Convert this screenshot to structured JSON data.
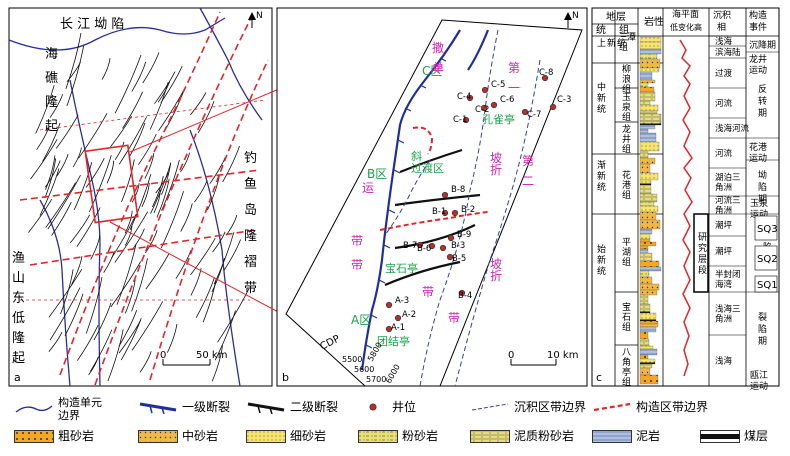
{
  "panel_a": {
    "label": "a",
    "north": "N",
    "scale": {
      "zero": "0",
      "dist": "50 km"
    },
    "places": [
      {
        "id": "changjiang",
        "text": "长  江  坳  陷"
      },
      {
        "id": "haijiao",
        "text": "海\n\n礁\n\n隆\n\n起"
      },
      {
        "id": "diaoyudao",
        "text": "钓\n鱼\n岛\n隆\n褶\n带"
      },
      {
        "id": "yushan",
        "text": "渔\n山\n东\n低\n隆\n起"
      }
    ]
  },
  "panel_b": {
    "label": "b",
    "north": "N",
    "scale": {
      "zero": "0",
      "dist": "10 km"
    },
    "cdp": {
      "label": "CDP",
      "ticks": [
        "5500",
        "5600",
        "5700",
        "5800",
        "6000"
      ]
    },
    "zones": [
      {
        "id": "zone-c",
        "text": "C区"
      },
      {
        "id": "zone-b",
        "text": "B区"
      },
      {
        "id": "zone-a",
        "text": "A区"
      },
      {
        "id": "kongqueting",
        "text": "孔雀亭"
      },
      {
        "id": "xiedu",
        "text": "斜\n过渡区"
      },
      {
        "id": "baoshiting",
        "text": "宝石亭"
      },
      {
        "id": "tuanjieting",
        "text": "团结亭"
      }
    ],
    "belt_words": [
      {
        "id": "c1",
        "text": "撒\n\n单"
      },
      {
        "id": "c2",
        "text": "第\n\n一"
      },
      {
        "id": "c3",
        "text": "第\n\n二"
      },
      {
        "id": "c4",
        "text": "坡\n折"
      },
      {
        "id": "c5",
        "text": "坡\n折"
      },
      {
        "id": "c6",
        "text": "运"
      },
      {
        "id": "c7",
        "text": "带\n\n带"
      },
      {
        "id": "c8",
        "text": "带"
      },
      {
        "id": "c9",
        "text": "带"
      }
    ],
    "wells": [
      {
        "id": "C-8",
        "label": "C-8"
      },
      {
        "id": "C-5",
        "label": "C-5"
      },
      {
        "id": "C-4",
        "label": "C-4"
      },
      {
        "id": "C-6",
        "label": "C-6"
      },
      {
        "id": "C-2",
        "label": "C-2"
      },
      {
        "id": "C-7",
        "label": "C-7"
      },
      {
        "id": "C-3",
        "label": "C-3"
      },
      {
        "id": "C-1",
        "label": "C-1"
      },
      {
        "id": "B-8",
        "label": "B-8"
      },
      {
        "id": "B-1",
        "label": "B-1"
      },
      {
        "id": "B-2",
        "label": "B-2"
      },
      {
        "id": "B-9",
        "label": "B-9"
      },
      {
        "id": "B-7",
        "label": "B-7"
      },
      {
        "id": "B-6",
        "label": "B-6"
      },
      {
        "id": "B-3",
        "label": "B-3"
      },
      {
        "id": "B-5",
        "label": "B-5"
      },
      {
        "id": "B-4",
        "label": "B-4"
      },
      {
        "id": "A-3",
        "label": "A-3"
      },
      {
        "id": "A-2",
        "label": "A-2"
      },
      {
        "id": "A-1",
        "label": "A-1"
      }
    ]
  },
  "panel_c": {
    "label": "c",
    "headers": {
      "stratum": "地层",
      "system": "统",
      "group": "组",
      "lithology": "岩性",
      "sea_level": "海平面\n低变化高",
      "facies": "沉积\n相",
      "event": "构造\n事件"
    },
    "systems": [
      "上新统",
      "中新统",
      "渐新统",
      "始新统"
    ],
    "groups": [
      "三潭组",
      "柳浪组",
      "玉泉组",
      "龙井组",
      "花港组",
      "平湖组",
      "宝石组",
      "八角亭组"
    ],
    "facies": [
      "浅海",
      "滨海陆",
      "过渡",
      "河流",
      "浅海河流",
      "河流",
      "湖泊三角洲",
      "河流三角洲",
      "潮坪",
      "潮坪",
      "半封闭海湾",
      "浅海三角洲",
      "浅海"
    ],
    "events": [
      "沉降期",
      "龙井运动",
      "反转期",
      "花港运动",
      "坳陷期",
      "玉泉运动",
      "断陷期",
      "裂陷期",
      "瓯江运动"
    ],
    "sequences": [
      "SQ3",
      "SQ2",
      "SQ1"
    ],
    "study": "研究层段"
  },
  "legend": [
    {
      "id": "tectonic-boundary",
      "label": "构造单元\n边界"
    },
    {
      "id": "fault-1",
      "label": "一级断裂"
    },
    {
      "id": "fault-2",
      "label": "二级断裂"
    },
    {
      "id": "well",
      "label": "井位"
    },
    {
      "id": "sed-boundary",
      "label": "沉积区带边界"
    },
    {
      "id": "struct-boundary",
      "label": "构造区带边界"
    },
    {
      "id": "coarse-sand",
      "label": "粗砂岩"
    },
    {
      "id": "medium-sand",
      "label": "中砂岩"
    },
    {
      "id": "fine-sand",
      "label": "细砂岩"
    },
    {
      "id": "siltstone",
      "label": "粉砂岩"
    },
    {
      "id": "muddy-silt",
      "label": "泥质粉砂岩"
    },
    {
      "id": "mudstone",
      "label": "泥岩"
    },
    {
      "id": "coal",
      "label": "煤层"
    }
  ],
  "colors": {
    "fault1": "#1f2f9c",
    "coast": "#2a2f9c",
    "struct": "#e0262b",
    "sed": "#3a3f9c",
    "well": "#b3312a",
    "zone_text": "#1aa24a",
    "belt_text": "#d126b4",
    "coarse": "#f5a623",
    "fine": "#f6e46b"
  }
}
